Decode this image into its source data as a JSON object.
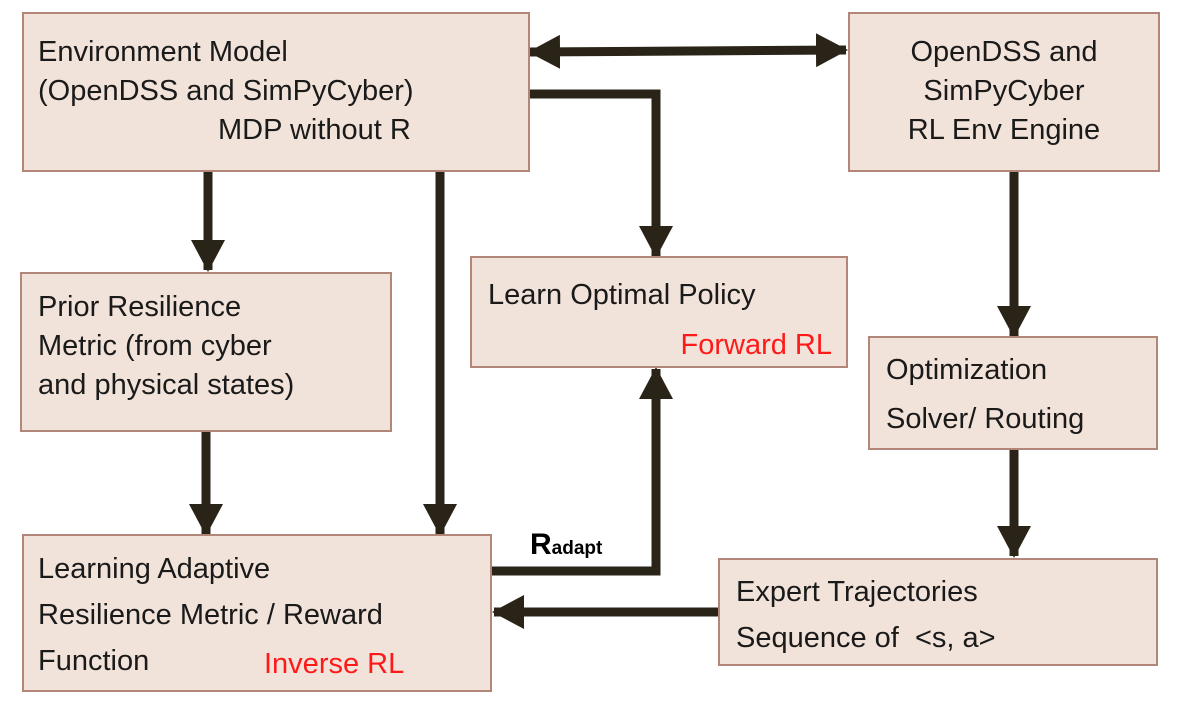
{
  "boxes": {
    "env_model": {
      "line1": "Environment Model",
      "line2": "(OpenDSS and SimPyCyber)",
      "line3": "MDP without R"
    },
    "engine": {
      "line1": "OpenDSS and",
      "line2": "SimPyCyber",
      "line3": "RL Env Engine"
    },
    "prior": {
      "line1": "Prior Resilience",
      "line2": "Metric (from cyber",
      "line3": "and physical states)"
    },
    "policy": {
      "line1": "Learn Optimal Policy",
      "line2": "Forward RL"
    },
    "optimization": {
      "line1": "Optimization",
      "line2": "Solver/ Routing"
    },
    "adaptive": {
      "line1": "Learning Adaptive",
      "line2": "Resilience Metric / Reward",
      "line3": "Function",
      "tag": "Inverse RL"
    },
    "expert": {
      "line1": "Expert Trajectories",
      "line2": "Sequence of  <s, a>"
    }
  },
  "edge_label": {
    "main": "R",
    "sub": "adapt"
  },
  "colors": {
    "box_fill": "#f2e3da",
    "box_border": "#b2877a",
    "arrow": "#2a2418",
    "highlight": "#ff1a1a"
  }
}
